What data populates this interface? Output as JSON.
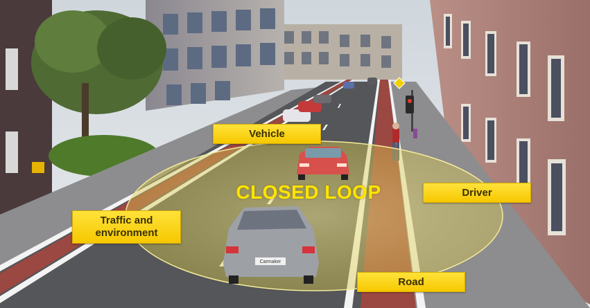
{
  "labels": {
    "vehicle": "Vehicle",
    "driver": "Driver",
    "traffic": "Traffic and\nenvironment",
    "road": "Road"
  },
  "loop_title": "CLOSED LOOP",
  "license_plate": "Carmaker",
  "colors": {
    "label_fill": "#f6c800",
    "loop_text": "#ffe500",
    "loop_fill": "#e8d84a"
  }
}
